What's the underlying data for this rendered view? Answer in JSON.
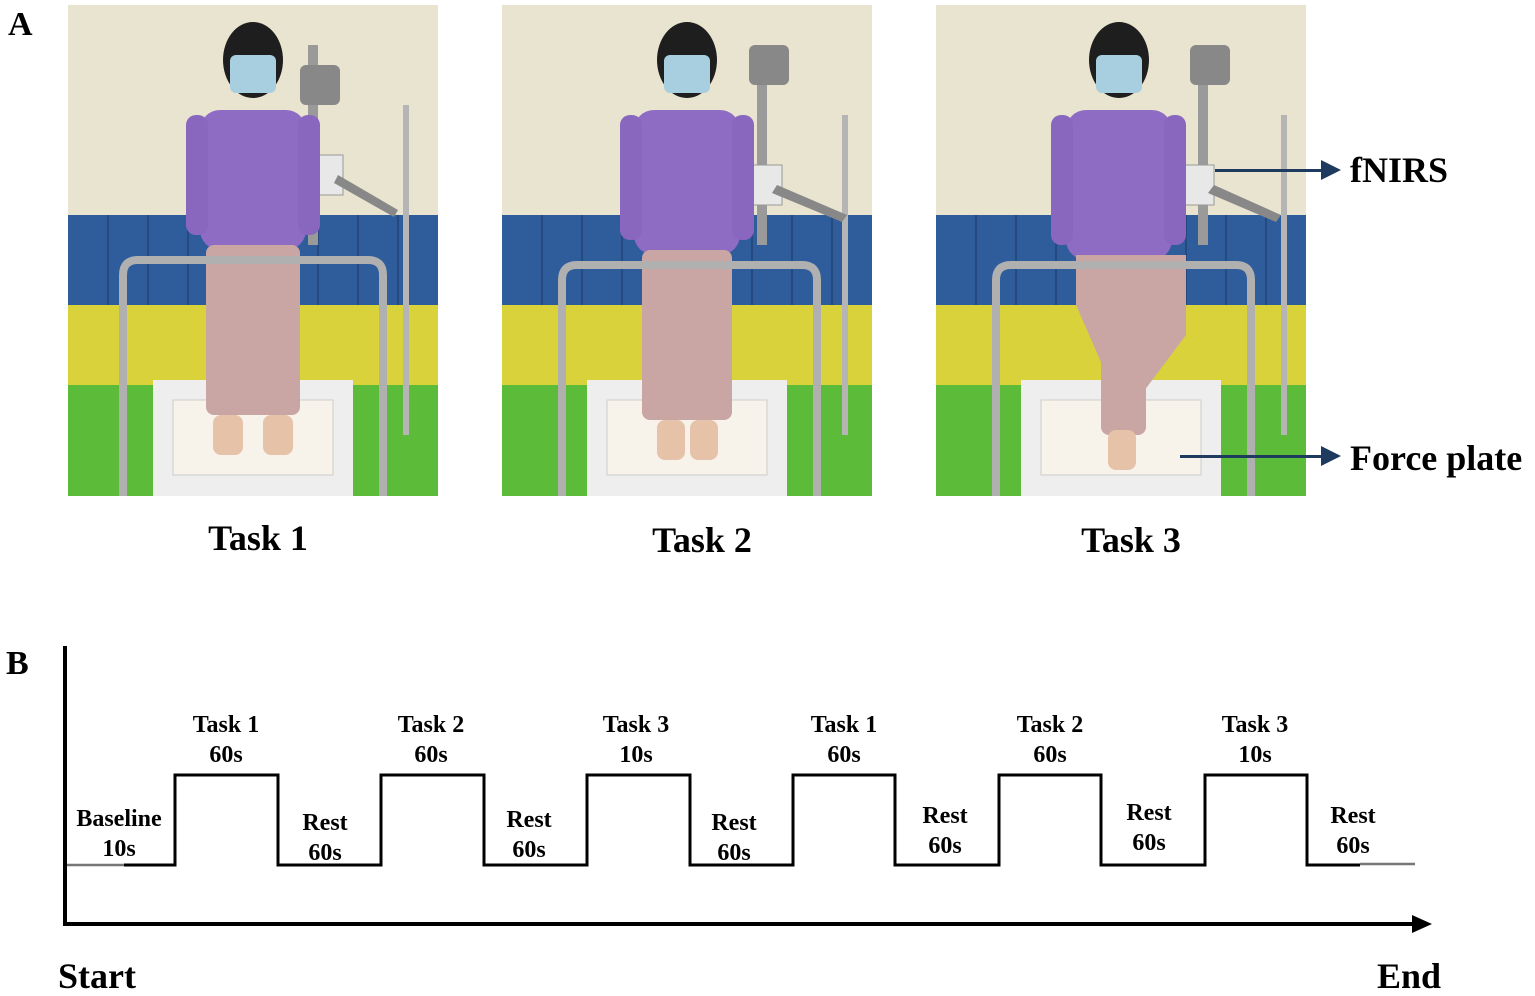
{
  "panel_a": {
    "label": "A",
    "photos": [
      {
        "caption": "Task 1",
        "description": "participant standing with both feet on force plate wearing fNIRS cap"
      },
      {
        "caption": "Task 2",
        "description": "participant standing with feet together on force plate wearing fNIRS cap"
      },
      {
        "caption": "Task 3",
        "description": "participant standing on one leg on force plate wearing fNIRS cap"
      }
    ],
    "callouts": [
      {
        "label": "fNIRS"
      },
      {
        "label": "Force plate"
      }
    ],
    "arrow_color": "#1f3a5f"
  },
  "panel_b": {
    "label": "B",
    "start_label": "Start",
    "end_label": "End",
    "segments": [
      {
        "name": "Baseline",
        "duration": "10s",
        "level": "low"
      },
      {
        "name": "Task 1",
        "duration": "60s",
        "level": "high"
      },
      {
        "name": "Rest",
        "duration": "60s",
        "level": "low"
      },
      {
        "name": "Task 2",
        "duration": "60s",
        "level": "high"
      },
      {
        "name": "Rest",
        "duration": "60s",
        "level": "low"
      },
      {
        "name": "Task 3",
        "duration": "10s",
        "level": "high"
      },
      {
        "name": "Rest",
        "duration": "60s",
        "level": "low"
      },
      {
        "name": "Task 1",
        "duration": "60s",
        "level": "high"
      },
      {
        "name": "Rest",
        "duration": "60s",
        "level": "low"
      },
      {
        "name": "Task 2",
        "duration": "60s",
        "level": "high"
      },
      {
        "name": "Rest",
        "duration": "60s",
        "level": "low"
      },
      {
        "name": "Task 3",
        "duration": "10s",
        "level": "high"
      },
      {
        "name": "Rest",
        "duration": "60s",
        "level": "low"
      }
    ]
  }
}
